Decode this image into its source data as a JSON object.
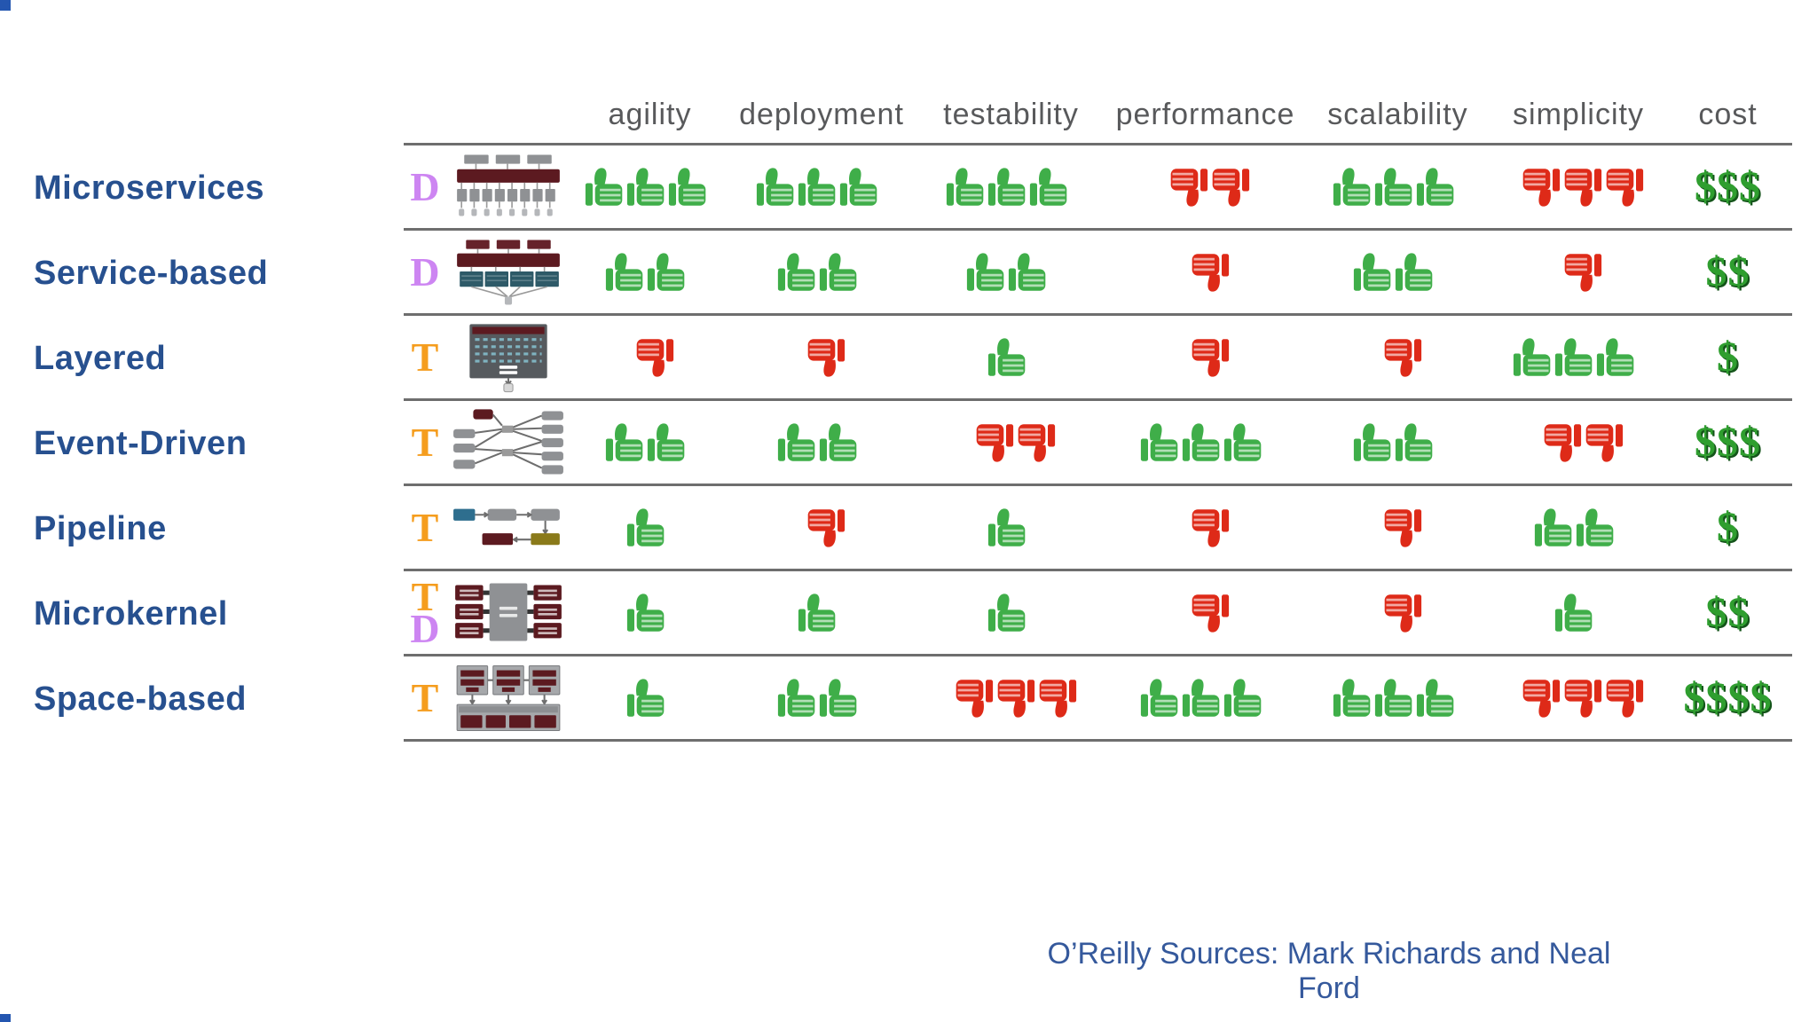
{
  "header": {
    "columns": [
      "agility",
      "deployment",
      "testability",
      "performance",
      "scalability",
      "simplicity",
      "cost"
    ]
  },
  "rows": [
    {
      "name": "Microservices",
      "badges": [
        "D"
      ],
      "diagram": "microservices-topology-thumbnail",
      "ratings": {
        "agility": {
          "icon": "up",
          "count": 3
        },
        "deployment": {
          "icon": "up",
          "count": 3
        },
        "testability": {
          "icon": "up",
          "count": 3
        },
        "performance": {
          "icon": "down",
          "count": 2
        },
        "scalability": {
          "icon": "up",
          "count": 3
        },
        "simplicity": {
          "icon": "down",
          "count": 3
        },
        "cost": {
          "icon": "dollar",
          "count": 3
        }
      }
    },
    {
      "name": "Service-based",
      "badges": [
        "D"
      ],
      "diagram": "service-based-topology-thumbnail",
      "ratings": {
        "agility": {
          "icon": "up",
          "count": 2
        },
        "deployment": {
          "icon": "up",
          "count": 2
        },
        "testability": {
          "icon": "up",
          "count": 2
        },
        "performance": {
          "icon": "down",
          "count": 1
        },
        "scalability": {
          "icon": "up",
          "count": 2
        },
        "simplicity": {
          "icon": "down",
          "count": 1
        },
        "cost": {
          "icon": "dollar",
          "count": 2
        }
      }
    },
    {
      "name": "Layered",
      "badges": [
        "T"
      ],
      "diagram": "layered-topology-thumbnail",
      "ratings": {
        "agility": {
          "icon": "down",
          "count": 1
        },
        "deployment": {
          "icon": "down",
          "count": 1
        },
        "testability": {
          "icon": "up",
          "count": 1
        },
        "performance": {
          "icon": "down",
          "count": 1
        },
        "scalability": {
          "icon": "down",
          "count": 1
        },
        "simplicity": {
          "icon": "up",
          "count": 3
        },
        "cost": {
          "icon": "dollar",
          "count": 1
        }
      }
    },
    {
      "name": "Event-Driven",
      "badges": [
        "T"
      ],
      "diagram": "event-driven-topology-thumbnail",
      "ratings": {
        "agility": {
          "icon": "up",
          "count": 2
        },
        "deployment": {
          "icon": "up",
          "count": 2
        },
        "testability": {
          "icon": "down",
          "count": 2
        },
        "performance": {
          "icon": "up",
          "count": 3
        },
        "scalability": {
          "icon": "up",
          "count": 2
        },
        "simplicity": {
          "icon": "down",
          "count": 2
        },
        "cost": {
          "icon": "dollar",
          "count": 3
        }
      }
    },
    {
      "name": "Pipeline",
      "badges": [
        "T"
      ],
      "diagram": "pipeline-topology-thumbnail",
      "ratings": {
        "agility": {
          "icon": "up",
          "count": 1
        },
        "deployment": {
          "icon": "down",
          "count": 1
        },
        "testability": {
          "icon": "up",
          "count": 1
        },
        "performance": {
          "icon": "down",
          "count": 1
        },
        "scalability": {
          "icon": "down",
          "count": 1
        },
        "simplicity": {
          "icon": "up",
          "count": 2
        },
        "cost": {
          "icon": "dollar",
          "count": 1
        }
      }
    },
    {
      "name": "Microkernel",
      "badges": [
        "T",
        "D"
      ],
      "diagram": "microkernel-topology-thumbnail",
      "ratings": {
        "agility": {
          "icon": "up",
          "count": 1
        },
        "deployment": {
          "icon": "up",
          "count": 1
        },
        "testability": {
          "icon": "up",
          "count": 1
        },
        "performance": {
          "icon": "down",
          "count": 1
        },
        "scalability": {
          "icon": "down",
          "count": 1
        },
        "simplicity": {
          "icon": "up",
          "count": 1
        },
        "cost": {
          "icon": "dollar",
          "count": 2
        }
      }
    },
    {
      "name": "Space-based",
      "badges": [
        "T"
      ],
      "diagram": "space-based-topology-thumbnail",
      "ratings": {
        "agility": {
          "icon": "up",
          "count": 1
        },
        "deployment": {
          "icon": "up",
          "count": 2
        },
        "testability": {
          "icon": "down",
          "count": 3
        },
        "performance": {
          "icon": "up",
          "count": 3
        },
        "scalability": {
          "icon": "up",
          "count": 3
        },
        "simplicity": {
          "icon": "down",
          "count": 3
        },
        "cost": {
          "icon": "dollar",
          "count": 4
        }
      }
    }
  ],
  "icons": {
    "up": "thumbs-up-icon",
    "down": "thumbs-down-icon",
    "dollar": "dollar-sign-icon"
  },
  "footer": {
    "credit": "O’Reilly Sources: Mark Richards and Neal Ford"
  },
  "colors": {
    "thumb_up": "#3fae49",
    "thumb_down": "#de2a18",
    "dollar": "#2f9e2f",
    "row_label": "#27508f",
    "header_text": "#58595b",
    "footer_text": "#35599c",
    "badge_d": "#cd85f2",
    "badge_t": "#f59d1e",
    "separator": "#6e6e6e"
  }
}
